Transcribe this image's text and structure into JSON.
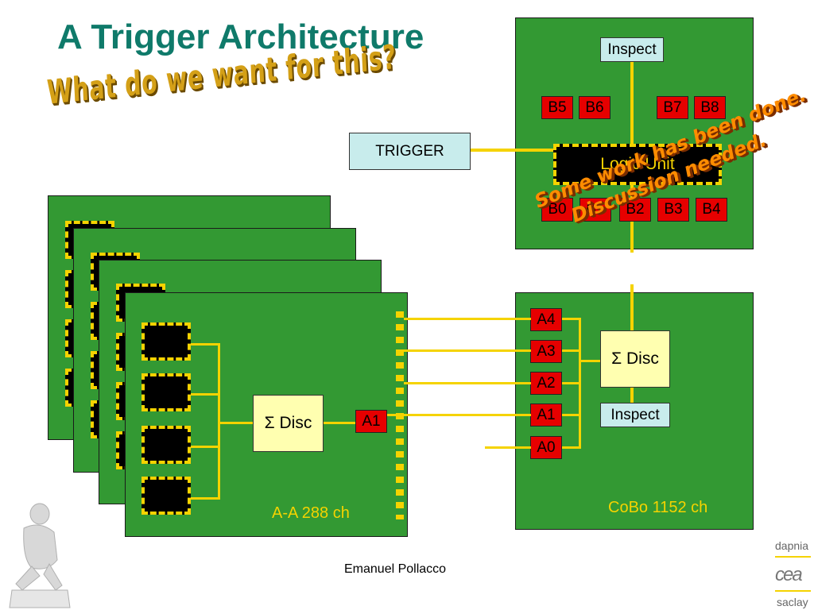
{
  "title": "A Trigger Architecture",
  "subtitle": "What do we want for this?",
  "trigger_label": "TRIGGER",
  "cobo_board": {
    "inspect_top": "Inspect",
    "logic_unit": "Logic Unit",
    "b_top": [
      "B5",
      "B6",
      "B7",
      "B8"
    ],
    "b_bottom": [
      "B0",
      "B1",
      "B2",
      "B3",
      "B4"
    ]
  },
  "cobo_lower": {
    "a_labels": [
      "A4",
      "A3",
      "A2",
      "A1",
      "A0"
    ],
    "disc": "Σ Disc",
    "inspect": "Inspect",
    "label": "CoBo 1152 ch"
  },
  "aa_board": {
    "disc": "Σ Disc",
    "a1": "A1",
    "label": "A-A 288 ch"
  },
  "stamp": {
    "line1": "Some work has been done.",
    "line2": "Discussion needed."
  },
  "footer": "Emanuel Pollacco",
  "logos": {
    "dapnia": "dapnia",
    "cea": "cea",
    "saclay": "saclay"
  },
  "colors": {
    "board_green": "#339933",
    "wire_yellow": "#f5d300",
    "label_red": "#e60000",
    "title_teal": "#0f7a6a"
  }
}
